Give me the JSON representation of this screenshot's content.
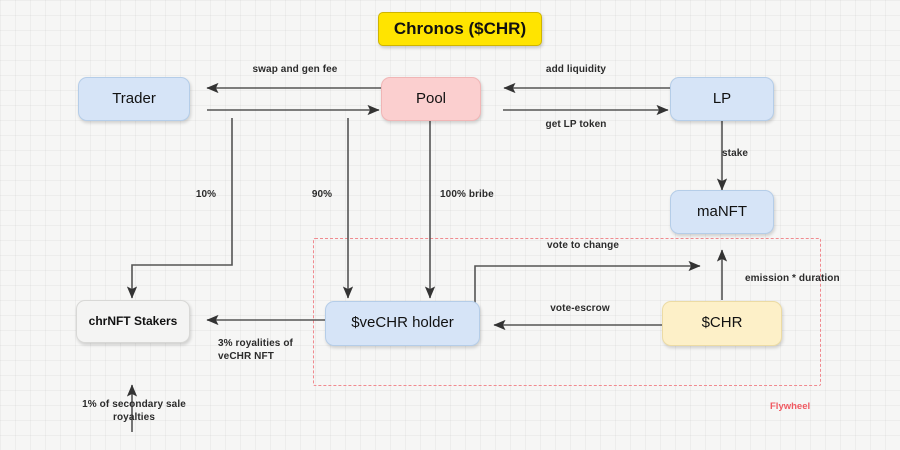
{
  "diagram": {
    "title": "Chronos ($CHR)",
    "nodes": [
      {
        "id": "title",
        "label": "Chronos ($CHR)"
      },
      {
        "id": "trader",
        "label": "Trader"
      },
      {
        "id": "pool",
        "label": "Pool"
      },
      {
        "id": "lp",
        "label": "LP"
      },
      {
        "id": "manft",
        "label": "maNFT"
      },
      {
        "id": "stakers",
        "label": "chrNFT Stakers"
      },
      {
        "id": "vechr",
        "label": "$veCHR holder"
      },
      {
        "id": "chr",
        "label": "$CHR"
      }
    ],
    "edge_labels": {
      "swap_gen_fee": "swap and gen fee",
      "add_liquidity": "add liquidity",
      "get_lp_token": "get LP token",
      "stake": "stake",
      "ten_percent": "10%",
      "ninety_percent": "90%",
      "hundred_bribe": "100% bribe",
      "vote_to_change": "vote to change",
      "vote_escrow": "vote-escrow",
      "emission_duration": "emission * duration",
      "royalties_vechr": "3% royalities of\nveCHR NFT",
      "secondary_sale": "1% of secondary sale\nroyalties"
    },
    "group": {
      "name": "Flywheel",
      "color": "#f05a62"
    },
    "colors": {
      "title_fill": "#ffe400",
      "blue_fill": "#d6e4f7",
      "pink_fill": "#fbcfcf",
      "cream_fill": "#fdf0c8",
      "white_fill": "#f4f4f3",
      "wire": "#555555",
      "dashed": "#f08a8f",
      "background": "#f6f6f5"
    }
  }
}
